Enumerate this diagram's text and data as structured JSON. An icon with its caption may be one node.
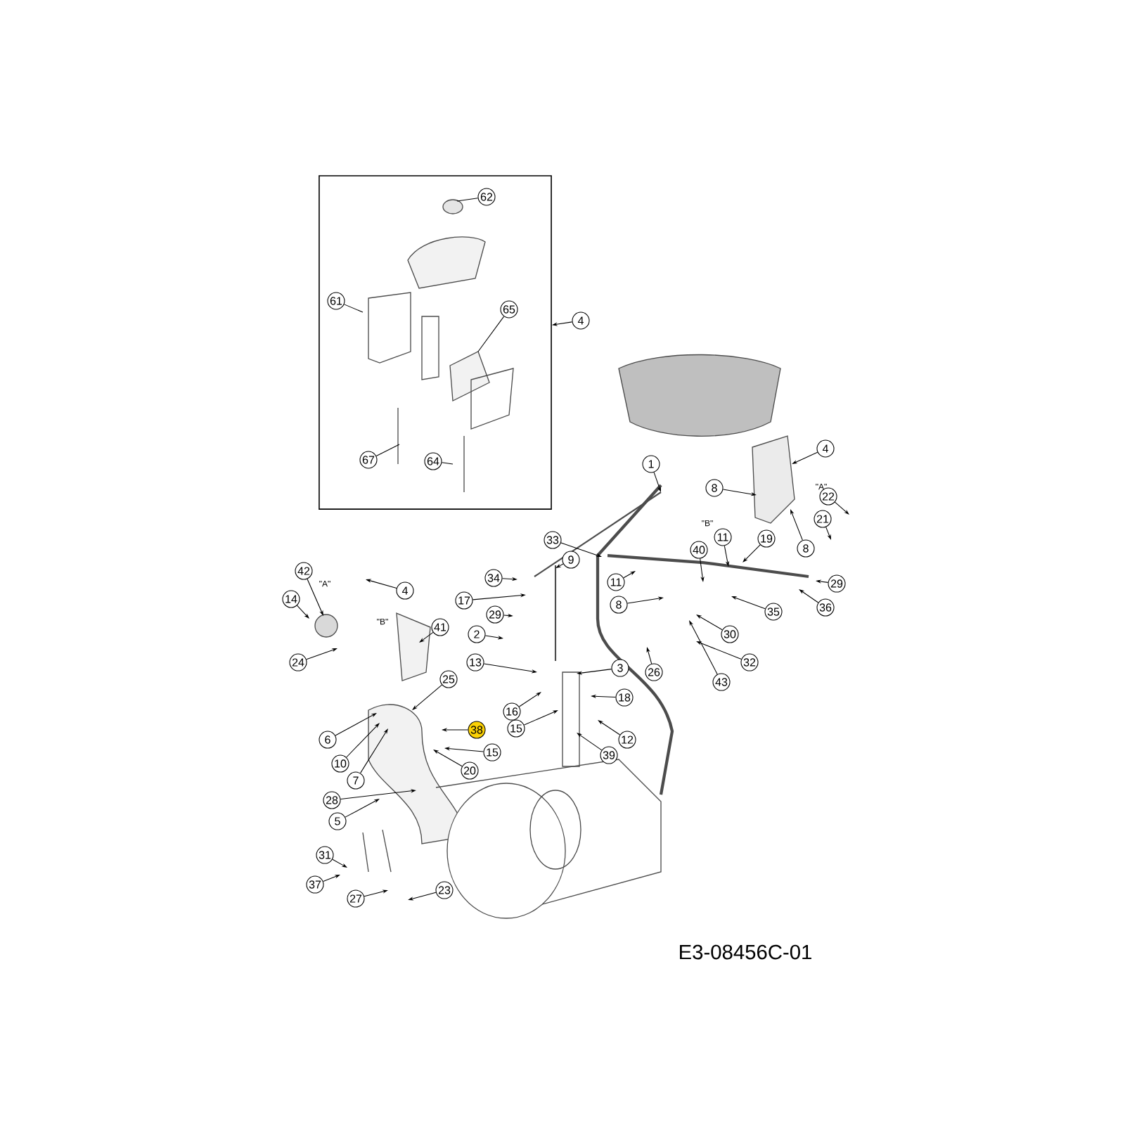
{
  "diagram": {
    "nodes": [
      {
        "text": [],
        "shape": "box"
      },
      {
        "text": [
          "62"
        ],
        "in": 0
      },
      {
        "text": [
          "61"
        ],
        "in": 0
      },
      {
        "text": [
          "65"
        ],
        "in": 0
      },
      {
        "text": [
          "4"
        ]
      },
      {
        "text": [
          "67"
        ],
        "in": 0
      },
      {
        "text": [
          "64"
        ],
        "in": 0
      },
      {
        "text": [
          "4"
        ]
      },
      {
        "text": [
          "1"
        ]
      },
      {
        "text": [
          "8"
        ]
      },
      {
        "text": [
          "22"
        ]
      },
      {
        "text": [
          "21"
        ]
      },
      {
        "text": [
          "11"
        ]
      },
      {
        "text": [
          "19"
        ]
      },
      {
        "text": [
          "33"
        ]
      },
      {
        "text": [
          "8"
        ]
      },
      {
        "text": [
          "40"
        ]
      },
      {
        "text": [
          "9"
        ]
      },
      {
        "text": [
          "42"
        ]
      },
      {
        "text": [
          "34"
        ]
      },
      {
        "text": [
          "11"
        ]
      },
      {
        "text": [
          "29"
        ]
      },
      {
        "text": [
          "4"
        ]
      },
      {
        "text": [
          "14"
        ]
      },
      {
        "text": [
          "17"
        ]
      },
      {
        "text": [
          "8"
        ]
      },
      {
        "text": [
          "36"
        ]
      },
      {
        "text": [
          "35"
        ]
      },
      {
        "text": [
          "29"
        ]
      },
      {
        "text": [
          "41"
        ]
      },
      {
        "text": [
          "2"
        ]
      },
      {
        "text": [
          "30"
        ]
      },
      {
        "text": [
          "24"
        ]
      },
      {
        "text": [
          "13"
        ]
      },
      {
        "text": [
          "32"
        ]
      },
      {
        "text": [
          "3"
        ]
      },
      {
        "text": [
          "26"
        ]
      },
      {
        "text": [
          "25"
        ]
      },
      {
        "text": [
          "43"
        ]
      },
      {
        "text": [
          "18"
        ]
      },
      {
        "text": [
          "16"
        ]
      },
      {
        "text": [
          "15"
        ]
      },
      {
        "text": [
          "38"
        ]
      },
      {
        "text": [
          "6"
        ]
      },
      {
        "text": [
          "12"
        ]
      },
      {
        "text": [
          "15"
        ]
      },
      {
        "text": [
          "39"
        ]
      },
      {
        "text": [
          "10"
        ]
      },
      {
        "text": [
          "20"
        ]
      },
      {
        "text": [
          "7"
        ]
      },
      {
        "text": [
          "28"
        ]
      },
      {
        "text": [
          "5"
        ]
      },
      {
        "text": [
          "31"
        ]
      },
      {
        "text": [
          "23"
        ]
      },
      {
        "text": [
          "37"
        ]
      },
      {
        "text": [
          "27"
        ]
      }
    ],
    "edges": [
      {
        "from": 1,
        "to": null,
        "arrow": "none"
      },
      {
        "from": 2,
        "to": null,
        "arrow": "none"
      },
      {
        "from": 3,
        "to": null,
        "arrow": "none"
      },
      {
        "from": 4,
        "to": 0,
        "arrow": "to"
      },
      {
        "from": 5,
        "to": null,
        "arrow": "none"
      },
      {
        "from": 6,
        "to": null,
        "arrow": "none"
      },
      {
        "from": 7,
        "to": null,
        "arrow": "to"
      },
      {
        "from": 8,
        "to": null,
        "arrow": "to"
      },
      {
        "from": 9,
        "to": null,
        "arrow": "to"
      },
      {
        "from": 10,
        "to": null,
        "arrow": "to"
      },
      {
        "from": 11,
        "to": null,
        "arrow": "to"
      },
      {
        "from": 12,
        "to": null,
        "arrow": "to"
      },
      {
        "from": 13,
        "to": null,
        "arrow": "to"
      },
      {
        "from": 14,
        "to": null,
        "arrow": "to"
      },
      {
        "from": 15,
        "to": null,
        "arrow": "to"
      },
      {
        "from": 16,
        "to": null,
        "arrow": "to"
      },
      {
        "from": 17,
        "to": null,
        "arrow": "to"
      },
      {
        "from": 18,
        "to": null,
        "arrow": "to"
      },
      {
        "from": 19,
        "to": null,
        "arrow": "to"
      },
      {
        "from": 20,
        "to": null,
        "arrow": "to"
      },
      {
        "from": 21,
        "to": null,
        "arrow": "to"
      },
      {
        "from": 22,
        "to": null,
        "arrow": "to"
      },
      {
        "from": 23,
        "to": null,
        "arrow": "to"
      },
      {
        "from": 24,
        "to": null,
        "arrow": "to"
      },
      {
        "from": 25,
        "to": null,
        "arrow": "to"
      },
      {
        "from": 26,
        "to": null,
        "arrow": "to"
      },
      {
        "from": 27,
        "to": null,
        "arrow": "to"
      },
      {
        "from": 28,
        "to": null,
        "arrow": "to"
      },
      {
        "from": 29,
        "to": null,
        "arrow": "to"
      },
      {
        "from": 30,
        "to": null,
        "arrow": "to"
      },
      {
        "from": 31,
        "to": null,
        "arrow": "to"
      },
      {
        "from": 32,
        "to": null,
        "arrow": "to"
      },
      {
        "from": 33,
        "to": null,
        "arrow": "to"
      },
      {
        "from": 34,
        "to": null,
        "arrow": "to"
      },
      {
        "from": 35,
        "to": null,
        "arrow": "to"
      },
      {
        "from": 36,
        "to": null,
        "arrow": "to"
      },
      {
        "from": 37,
        "to": null,
        "arrow": "to"
      },
      {
        "from": 38,
        "to": null,
        "arrow": "to"
      },
      {
        "from": 39,
        "to": null,
        "arrow": "to"
      },
      {
        "from": 40,
        "to": null,
        "arrow": "to"
      },
      {
        "from": 41,
        "to": null,
        "arrow": "to"
      },
      {
        "from": 42,
        "to": null,
        "arrow": "to"
      },
      {
        "from": 43,
        "to": null,
        "arrow": "to"
      },
      {
        "from": 44,
        "to": null,
        "arrow": "to"
      },
      {
        "from": 45,
        "to": null,
        "arrow": "to"
      },
      {
        "from": 46,
        "to": null,
        "arrow": "to"
      },
      {
        "from": 47,
        "to": null,
        "arrow": "to"
      },
      {
        "from": 48,
        "to": null,
        "arrow": "to"
      },
      {
        "from": 49,
        "to": null,
        "arrow": "to"
      },
      {
        "from": 50,
        "to": null,
        "arrow": "to"
      },
      {
        "from": 51,
        "to": null,
        "arrow": "to"
      },
      {
        "from": 52,
        "to": null,
        "arrow": "to"
      },
      {
        "from": 53,
        "to": null,
        "arrow": "to"
      },
      {
        "from": 54,
        "to": null,
        "arrow": "to"
      },
      {
        "from": 55,
        "to": null,
        "arrow": "to"
      }
    ],
    "labels": [
      "\"A\"",
      "\"B\"",
      "\"A\"",
      "\"B\"",
      "E3-08456C-01"
    ]
  }
}
